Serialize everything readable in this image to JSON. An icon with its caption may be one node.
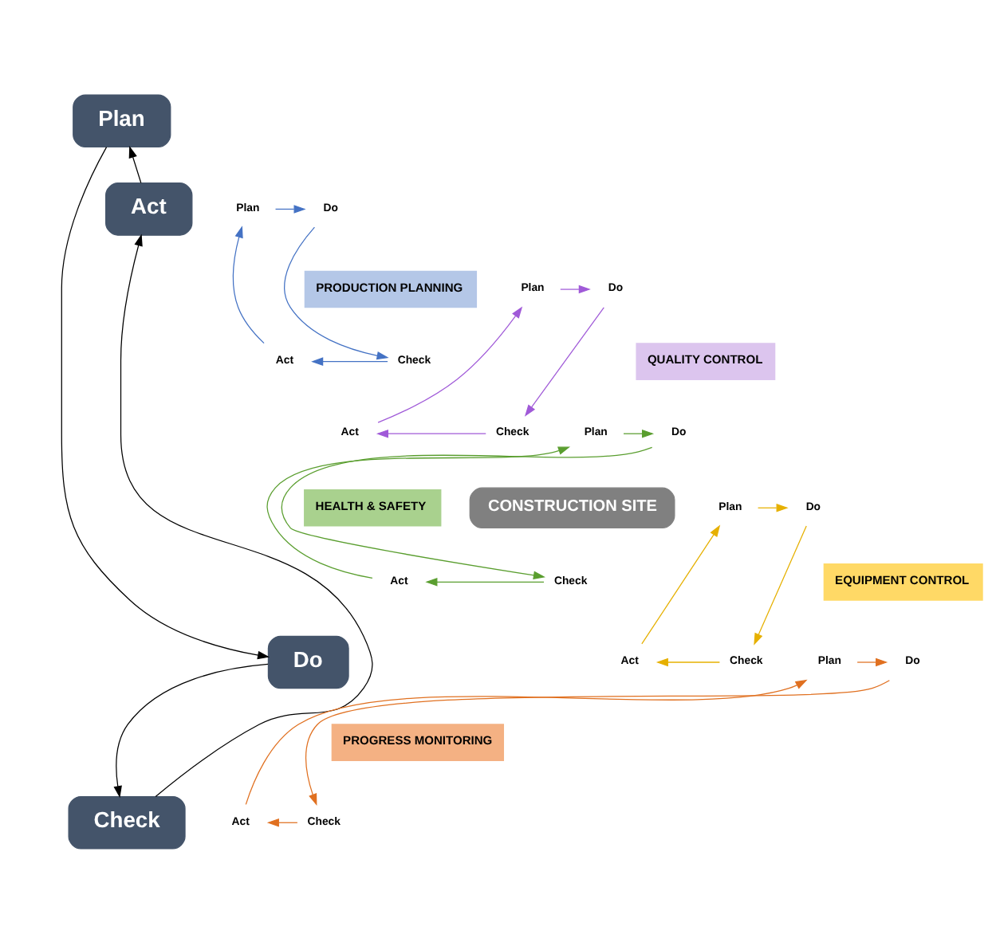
{
  "diagram": {
    "nodes": [
      {
        "text": [
          "Plan"
        ]
      },
      {
        "text": [
          "Do"
        ]
      },
      {
        "text": [
          "Check"
        ]
      },
      {
        "text": [
          "Act"
        ]
      },
      {
        "text": [
          "CONSTRUCTION SITE"
        ]
      },
      {
        "text": [
          "PRODUCTION PLANNING"
        ]
      },
      {
        "text": [
          "Plan"
        ]
      },
      {
        "text": [
          "Do"
        ]
      },
      {
        "text": [
          "Check"
        ]
      },
      {
        "text": [
          "Act"
        ]
      },
      {
        "text": [
          "QUALITY CONTROL"
        ]
      },
      {
        "text": [
          "Plan"
        ]
      },
      {
        "text": [
          "Do"
        ]
      },
      {
        "text": [
          "Check"
        ]
      },
      {
        "text": [
          "Act"
        ]
      },
      {
        "text": [
          "HEALTH & SAFETY"
        ]
      },
      {
        "text": [
          "Plan"
        ]
      },
      {
        "text": [
          "Do"
        ]
      },
      {
        "text": [
          "Check"
        ]
      },
      {
        "text": [
          "Act"
        ]
      },
      {
        "text": [
          "EQUIPMENT CONTROL"
        ]
      },
      {
        "text": [
          "Plan"
        ]
      },
      {
        "text": [
          "Do"
        ]
      },
      {
        "text": [
          "Check"
        ]
      },
      {
        "text": [
          "Act"
        ]
      },
      {
        "text": [
          "PROGRESS MONITORING"
        ]
      },
      {
        "text": [
          "Plan"
        ]
      },
      {
        "text": [
          "Do"
        ]
      },
      {
        "text": [
          "Check"
        ]
      },
      {
        "text": [
          "Act"
        ]
      }
    ],
    "edges": [
      {
        "from": 0,
        "to": 1,
        "arrow": "to"
      },
      {
        "from": 1,
        "to": 2,
        "arrow": "to"
      },
      {
        "from": 2,
        "to": 3,
        "arrow": "to"
      },
      {
        "from": 3,
        "to": 0,
        "arrow": "to"
      },
      {
        "from": 6,
        "to": 7,
        "arrow": "to",
        "color": "#4472c4"
      },
      {
        "from": 7,
        "to": 8,
        "arrow": "to",
        "color": "#4472c4"
      },
      {
        "from": 8,
        "to": 9,
        "arrow": "to",
        "color": "#4472c4"
      },
      {
        "from": 9,
        "to": 6,
        "arrow": "to",
        "color": "#4472c4"
      },
      {
        "from": 11,
        "to": 12,
        "arrow": "to",
        "color": "#a05ad8"
      },
      {
        "from": 12,
        "to": 13,
        "arrow": "to",
        "color": "#a05ad8"
      },
      {
        "from": 13,
        "to": 14,
        "arrow": "to",
        "color": "#a05ad8"
      },
      {
        "from": 14,
        "to": 11,
        "arrow": "to",
        "color": "#a05ad8"
      },
      {
        "from": 16,
        "to": 17,
        "arrow": "to",
        "color": "#5a9e2f"
      },
      {
        "from": 17,
        "to": 18,
        "arrow": "to",
        "color": "#5a9e2f"
      },
      {
        "from": 18,
        "to": 19,
        "arrow": "to",
        "color": "#5a9e2f"
      },
      {
        "from": 19,
        "to": 16,
        "arrow": "to",
        "color": "#5a9e2f"
      },
      {
        "from": 21,
        "to": 22,
        "arrow": "to",
        "color": "#e6b000"
      },
      {
        "from": 22,
        "to": 23,
        "arrow": "to",
        "color": "#e6b000"
      },
      {
        "from": 23,
        "to": 24,
        "arrow": "to",
        "color": "#e6b000"
      },
      {
        "from": 24,
        "to": 21,
        "arrow": "to",
        "color": "#e6b000"
      },
      {
        "from": 26,
        "to": 27,
        "arrow": "to",
        "color": "#e07020"
      },
      {
        "from": 27,
        "to": 28,
        "arrow": "to",
        "color": "#e07020"
      },
      {
        "from": 28,
        "to": 29,
        "arrow": "to",
        "color": "#e07020"
      },
      {
        "from": 29,
        "to": 26,
        "arrow": "to",
        "color": "#e07020"
      }
    ]
  }
}
